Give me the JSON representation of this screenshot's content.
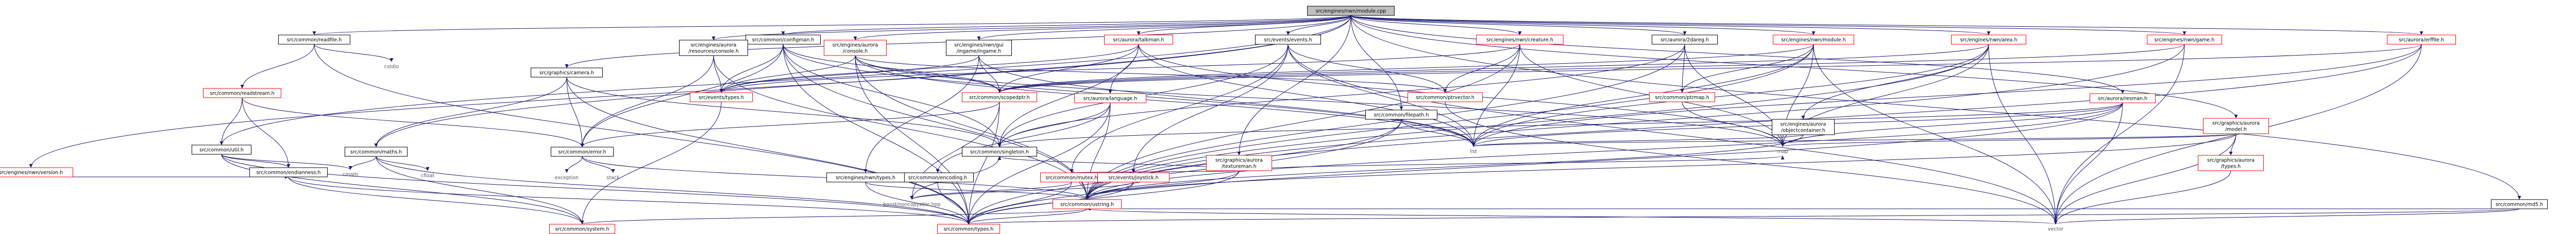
{
  "title": "",
  "colors": {
    "root_fill": "#bfbfbf",
    "edge": "#191970",
    "missing_border": "#ff0000",
    "documented_border": "#000000",
    "system_text": "#555555"
  },
  "root": "src/engines/nwn/module.cpp",
  "nodes": [
    {
      "id": "module_cpp",
      "label": "src/engines/nwn/module.cpp",
      "kind": "root"
    },
    {
      "id": "version_h",
      "label": "src/engines/nwn/version.h",
      "kind": "red"
    },
    {
      "id": "ustring_h",
      "label": "src/common/ustring.h",
      "kind": "red"
    },
    {
      "id": "types_h",
      "label": "src/common/types.h",
      "kind": "red"
    },
    {
      "id": "vector",
      "label": "vector",
      "kind": "sys"
    },
    {
      "id": "system_h",
      "label": "src/common/system.h",
      "kind": "red"
    },
    {
      "id": "noncopyable",
      "label": "boost/noncopyable.hpp",
      "kind": "sys"
    },
    {
      "id": "util_h",
      "label": "src/common/util.h",
      "kind": "doc"
    },
    {
      "id": "cmath",
      "label": "cmath",
      "kind": "sys"
    },
    {
      "id": "endianness_h",
      "label": "src/common/endianness.h",
      "kind": "doc"
    },
    {
      "id": "maths_h",
      "label": "src/common/maths.h",
      "kind": "doc"
    },
    {
      "id": "cfloat",
      "label": "cfloat",
      "kind": "sys"
    },
    {
      "id": "error_h",
      "label": "src/common/error.h",
      "kind": "doc"
    },
    {
      "id": "exception",
      "label": "exception",
      "kind": "sys"
    },
    {
      "id": "stack",
      "label": "stack",
      "kind": "sys"
    },
    {
      "id": "readfile_h",
      "label": "src/common/readfile.h",
      "kind": "doc"
    },
    {
      "id": "readstream_h",
      "label": "src/common/readstream.h",
      "kind": "red"
    },
    {
      "id": "cstdio",
      "label": "cstdio",
      "kind": "sys"
    },
    {
      "id": "configman_h",
      "label": "src/common/configman.h",
      "kind": "doc"
    },
    {
      "id": "singleton_h",
      "label": "src/common/singleton.h",
      "kind": "doc"
    },
    {
      "id": "list",
      "label": "list",
      "kind": "sys"
    },
    {
      "id": "map",
      "label": "map",
      "kind": "sys"
    },
    {
      "id": "filepath_h",
      "label": "src/common/filepath.h",
      "kind": "doc"
    },
    {
      "id": "mutex_h",
      "label": "src/common/mutex.h",
      "kind": "red"
    },
    {
      "id": "scopedptr_h",
      "label": "src/common/scopedptr.h",
      "kind": "red"
    },
    {
      "id": "ptrvector_h",
      "label": "src/common/ptrvector.h",
      "kind": "red"
    },
    {
      "id": "ptrmap_h",
      "label": "src/common/ptrmap.h",
      "kind": "red"
    },
    {
      "id": "encoding_h",
      "label": "src/common/encoding.h",
      "kind": "doc"
    },
    {
      "id": "md5_h",
      "label": "src/common/md5.h",
      "kind": "doc"
    },
    {
      "id": "camera_h",
      "label": "src/graphics/camera.h",
      "kind": "doc"
    },
    {
      "id": "fps_h",
      "label": "src/engines/aurora\n/resources/console.h",
      "kind": "doc"
    },
    {
      "id": "console_h",
      "label": "src/engines/aurora\n/console.h",
      "kind": "red"
    },
    {
      "id": "types_ev",
      "label": "src/events/types.h",
      "kind": "red"
    },
    {
      "id": "events_h",
      "label": "src/events/events.h",
      "kind": "doc"
    },
    {
      "id": "joystick_h",
      "label": "src/events/joystick.h",
      "kind": "red"
    },
    {
      "id": "ingame_h",
      "label": "src/engines/nwn/gui\n/ingame/ingame.h",
      "kind": "doc"
    },
    {
      "id": "talkman_h",
      "label": "src/aurora/talkman.h",
      "kind": "red"
    },
    {
      "id": "language_h",
      "label": "src/aurora/language.h",
      "kind": "red"
    },
    {
      "id": "engtypes_h",
      "label": "src/engines/nwn/types.h",
      "kind": "doc"
    },
    {
      "id": "gfxaurora_h",
      "label": "src/graphics/aurora\n/textureman.h",
      "kind": "red"
    },
    {
      "id": "creature_h",
      "label": "src/engines/nwn/creature.h",
      "kind": "red"
    },
    {
      "id": "twoda_h",
      "label": "src/aurora/2dareg.h",
      "kind": "doc"
    },
    {
      "id": "nwnmodule_h",
      "label": "src/engines/nwn/module.h",
      "kind": "red"
    },
    {
      "id": "area_h",
      "label": "src/engines/nwn/area.h",
      "kind": "red"
    },
    {
      "id": "objcont_h",
      "label": "src/engines/aurora\n/objectcontainer.h",
      "kind": "doc"
    },
    {
      "id": "game_h",
      "label": "src/engines/nwn/game.h",
      "kind": "red"
    },
    {
      "id": "resman_h",
      "label": "src/aurora/resman.h",
      "kind": "red"
    },
    {
      "id": "gfxmodel_h",
      "label": "src/graphics/aurora\n/model.h",
      "kind": "red"
    },
    {
      "id": "gfxtypes_h",
      "label": "src/graphics/aurora\n/types.h",
      "kind": "red"
    },
    {
      "id": "erffile_h",
      "label": "src/aurora/erffile.h",
      "kind": "red"
    }
  ],
  "edges": [
    [
      "module_cpp",
      "version_h"
    ],
    [
      "module_cpp",
      "util_h"
    ],
    [
      "module_cpp",
      "maths_h"
    ],
    [
      "module_cpp",
      "readfile_h"
    ],
    [
      "module_cpp",
      "configman_h"
    ],
    [
      "module_cpp",
      "camera_h"
    ],
    [
      "module_cpp",
      "fps_h"
    ],
    [
      "module_cpp",
      "console_h"
    ],
    [
      "module_cpp",
      "ingame_h"
    ],
    [
      "module_cpp",
      "talkman_h"
    ],
    [
      "module_cpp",
      "events_h"
    ],
    [
      "module_cpp",
      "gfxaurora_h"
    ],
    [
      "module_cpp",
      "filepath_h"
    ],
    [
      "module_cpp",
      "creature_h"
    ],
    [
      "module_cpp",
      "twoda_h"
    ],
    [
      "module_cpp",
      "nwnmodule_h"
    ],
    [
      "module_cpp",
      "area_h"
    ],
    [
      "module_cpp",
      "game_h"
    ],
    [
      "module_cpp",
      "resman_h"
    ],
    [
      "module_cpp",
      "gfxmodel_h"
    ],
    [
      "module_cpp",
      "erffile_h"
    ],
    [
      "module_cpp",
      "md5_h"
    ],
    [
      "version_h",
      "endianness_h"
    ],
    [
      "util_h",
      "endianness_h"
    ],
    [
      "util_h",
      "cmath"
    ],
    [
      "util_h",
      "system_h"
    ],
    [
      "util_h",
      "types_h"
    ],
    [
      "endianness_h",
      "system_h"
    ],
    [
      "endianness_h",
      "types_h"
    ],
    [
      "maths_h",
      "cmath"
    ],
    [
      "maths_h",
      "cfloat"
    ],
    [
      "maths_h",
      "system_h"
    ],
    [
      "maths_h",
      "types_h"
    ],
    [
      "readfile_h",
      "readstream_h"
    ],
    [
      "readfile_h",
      "cstdio"
    ],
    [
      "readfile_h",
      "types_h"
    ],
    [
      "readstream_h",
      "util_h"
    ],
    [
      "readstream_h",
      "endianness_h"
    ],
    [
      "readstream_h",
      "error_h"
    ],
    [
      "error_h",
      "exception"
    ],
    [
      "error_h",
      "stack"
    ],
    [
      "error_h",
      "ustring_h"
    ],
    [
      "ustring_h",
      "types_h"
    ],
    [
      "ustring_h",
      "vector"
    ],
    [
      "ustring_h",
      "system_h"
    ],
    [
      "configman_h",
      "error_h"
    ],
    [
      "configman_h",
      "singleton_h"
    ],
    [
      "configman_h",
      "ustring_h"
    ],
    [
      "configman_h",
      "list"
    ],
    [
      "configman_h",
      "types_ev"
    ],
    [
      "configman_h",
      "scopedptr_h"
    ],
    [
      "configman_h",
      "types_h"
    ],
    [
      "singleton_h",
      "noncopyable"
    ],
    [
      "camera_h",
      "error_h"
    ],
    [
      "camera_h",
      "singleton_h"
    ],
    [
      "camera_h",
      "maths_h"
    ],
    [
      "camera_h",
      "types_h"
    ],
    [
      "fps_h",
      "types_ev"
    ],
    [
      "fps_h",
      "error_h"
    ],
    [
      "fps_h",
      "ustring_h"
    ],
    [
      "console_h",
      "types_ev"
    ],
    [
      "console_h",
      "scopedptr_h"
    ],
    [
      "console_h",
      "ptrvector_h"
    ],
    [
      "console_h",
      "list"
    ],
    [
      "console_h",
      "map"
    ],
    [
      "console_h",
      "types_h"
    ],
    [
      "console_h",
      "ustring_h"
    ],
    [
      "types_ev",
      "system_h"
    ],
    [
      "scopedptr_h",
      "noncopyable"
    ],
    [
      "scopedptr_h",
      "types_h"
    ],
    [
      "scopedptr_h",
      "error_h"
    ],
    [
      "ingame_h",
      "types_ev"
    ],
    [
      "ingame_h",
      "scopedptr_h"
    ],
    [
      "ingame_h",
      "engtypes_h"
    ],
    [
      "ingame_h",
      "list"
    ],
    [
      "engtypes_h",
      "ustring_h"
    ],
    [
      "engtypes_h",
      "types_h"
    ],
    [
      "talkman_h",
      "types_ev"
    ],
    [
      "talkman_h",
      "language_h"
    ],
    [
      "talkman_h",
      "singleton_h"
    ],
    [
      "talkman_h",
      "scopedptr_h"
    ],
    [
      "talkman_h",
      "list"
    ],
    [
      "talkman_h",
      "map"
    ],
    [
      "language_h",
      "encoding_h"
    ],
    [
      "language_h",
      "ustring_h"
    ],
    [
      "language_h",
      "types_h"
    ],
    [
      "language_h",
      "singleton_h"
    ],
    [
      "encoding_h",
      "types_h"
    ],
    [
      "events_h",
      "singleton_h"
    ],
    [
      "events_h",
      "joystick_h"
    ],
    [
      "events_h",
      "mutex_h"
    ],
    [
      "events_h",
      "ptrvector_h"
    ],
    [
      "events_h",
      "list"
    ],
    [
      "events_h",
      "vector"
    ],
    [
      "joystick_h",
      "types_h"
    ],
    [
      "joystick_h",
      "noncopyable"
    ],
    [
      "joystick_h",
      "ustring_h"
    ],
    [
      "mutex_h",
      "noncopyable"
    ],
    [
      "mutex_h",
      "types_h"
    ],
    [
      "gfxaurora_h",
      "singleton_h"
    ],
    [
      "gfxaurora_h",
      "mutex_h"
    ],
    [
      "gfxaurora_h",
      "ustring_h"
    ],
    [
      "gfxaurora_h",
      "types_h"
    ],
    [
      "gfxaurora_h",
      "map"
    ],
    [
      "filepath_h",
      "list"
    ],
    [
      "filepath_h",
      "ustring_h"
    ],
    [
      "filepath_h",
      "types_h"
    ],
    [
      "creature_h",
      "types_ev"
    ],
    [
      "creature_h",
      "ptrvector_h"
    ],
    [
      "creature_h",
      "list"
    ],
    [
      "creature_h",
      "map"
    ],
    [
      "creature_h",
      "ustring_h"
    ],
    [
      "twoda_h",
      "singleton_h"
    ],
    [
      "twoda_h",
      "ptrmap_h"
    ],
    [
      "twoda_h",
      "ustring_h"
    ],
    [
      "twoda_h",
      "map"
    ],
    [
      "nwnmodule_h",
      "ptrmap_h"
    ],
    [
      "nwnmodule_h",
      "list"
    ],
    [
      "nwnmodule_h",
      "scopedptr_h"
    ],
    [
      "nwnmodule_h",
      "ustring_h"
    ],
    [
      "nwnmodule_h",
      "vector"
    ],
    [
      "nwnmodule_h",
      "map"
    ],
    [
      "ptrmap_h",
      "map"
    ],
    [
      "ptrvector_h",
      "vector"
    ],
    [
      "area_h",
      "objcont_h"
    ],
    [
      "area_h",
      "list"
    ],
    [
      "area_h",
      "map"
    ],
    [
      "area_h",
      "ustring_h"
    ],
    [
      "area_h",
      "vector"
    ],
    [
      "area_h",
      "scopedptr_h"
    ],
    [
      "objcont_h",
      "list"
    ],
    [
      "objcont_h",
      "ustring_h"
    ],
    [
      "objcont_h",
      "map"
    ],
    [
      "game_h",
      "scopedptr_h"
    ],
    [
      "game_h",
      "ustring_h"
    ],
    [
      "game_h",
      "vector"
    ],
    [
      "resman_h",
      "list"
    ],
    [
      "resman_h",
      "map"
    ],
    [
      "resman_h",
      "ustring_h"
    ],
    [
      "resman_h",
      "vector"
    ],
    [
      "resman_h",
      "types_h"
    ],
    [
      "resman_h",
      "singleton_h"
    ],
    [
      "gfxmodel_h",
      "gfxtypes_h"
    ],
    [
      "gfxmodel_h",
      "list"
    ],
    [
      "gfxmodel_h",
      "map"
    ],
    [
      "gfxmodel_h",
      "ustring_h"
    ],
    [
      "gfxmodel_h",
      "vector"
    ],
    [
      "gfxtypes_h",
      "vector"
    ],
    [
      "erffile_h",
      "ustring_h"
    ],
    [
      "erffile_h",
      "vector"
    ],
    [
      "erffile_h",
      "list"
    ],
    [
      "erffile_h",
      "scopedptr_h"
    ],
    [
      "md5_h",
      "ustring_h"
    ],
    [
      "md5_h",
      "vector"
    ],
    [
      "md5_h",
      "types_h"
    ]
  ]
}
